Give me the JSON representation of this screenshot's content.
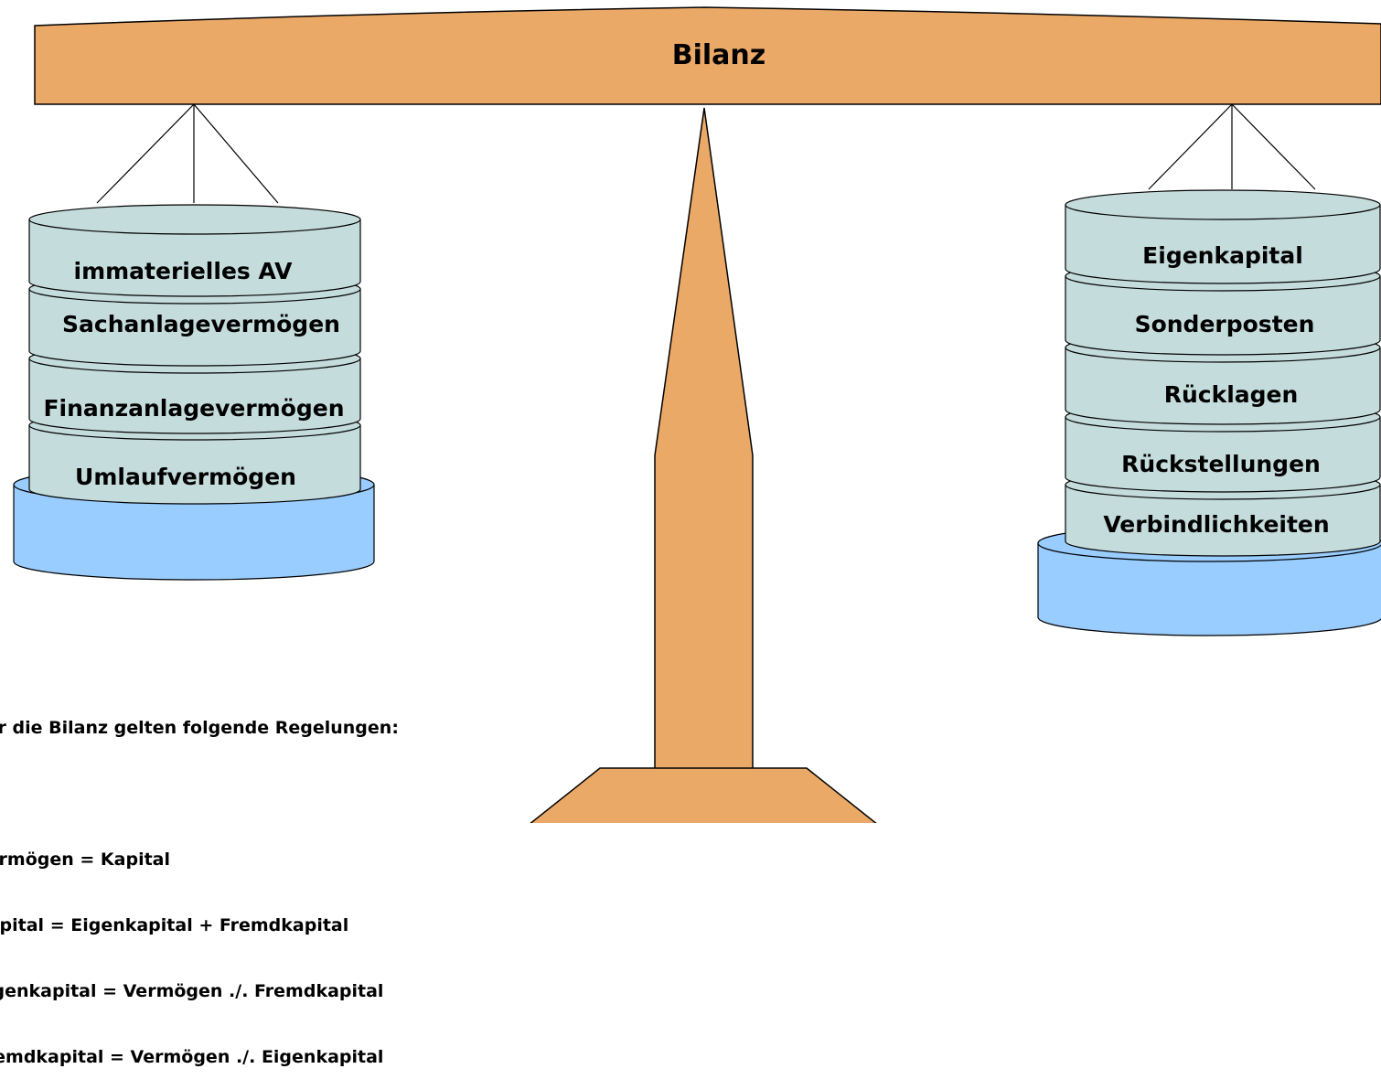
{
  "title": "Bilanz",
  "left_stack": {
    "items": [
      "immaterielles AV",
      "Sachanlagevermögen",
      "Finanzanlagevermögen",
      "Umlaufvermögen"
    ]
  },
  "right_stack": {
    "items": [
      "Eigenkapital",
      "Sonderposten",
      "Rücklagen",
      "Rückstellungen",
      "Verbindlichkeiten"
    ]
  },
  "rules": {
    "heading": "Für die Bilanz gelten folgende Regelungen:",
    "blank": "",
    "line1": "Vermögen = Kapital",
    "line2": "Kapital = Eigenkapital + Fremdkapital",
    "line3": "Eigenkapital = Vermögen ./. Fremdkapital",
    "line4": "Fremdkapital = Vermögen ./. Eigenkapital"
  },
  "colors": {
    "beam": "#EBA968",
    "disk": "#C5DCDC",
    "base": "#99CCFF",
    "outline": "#000000"
  }
}
